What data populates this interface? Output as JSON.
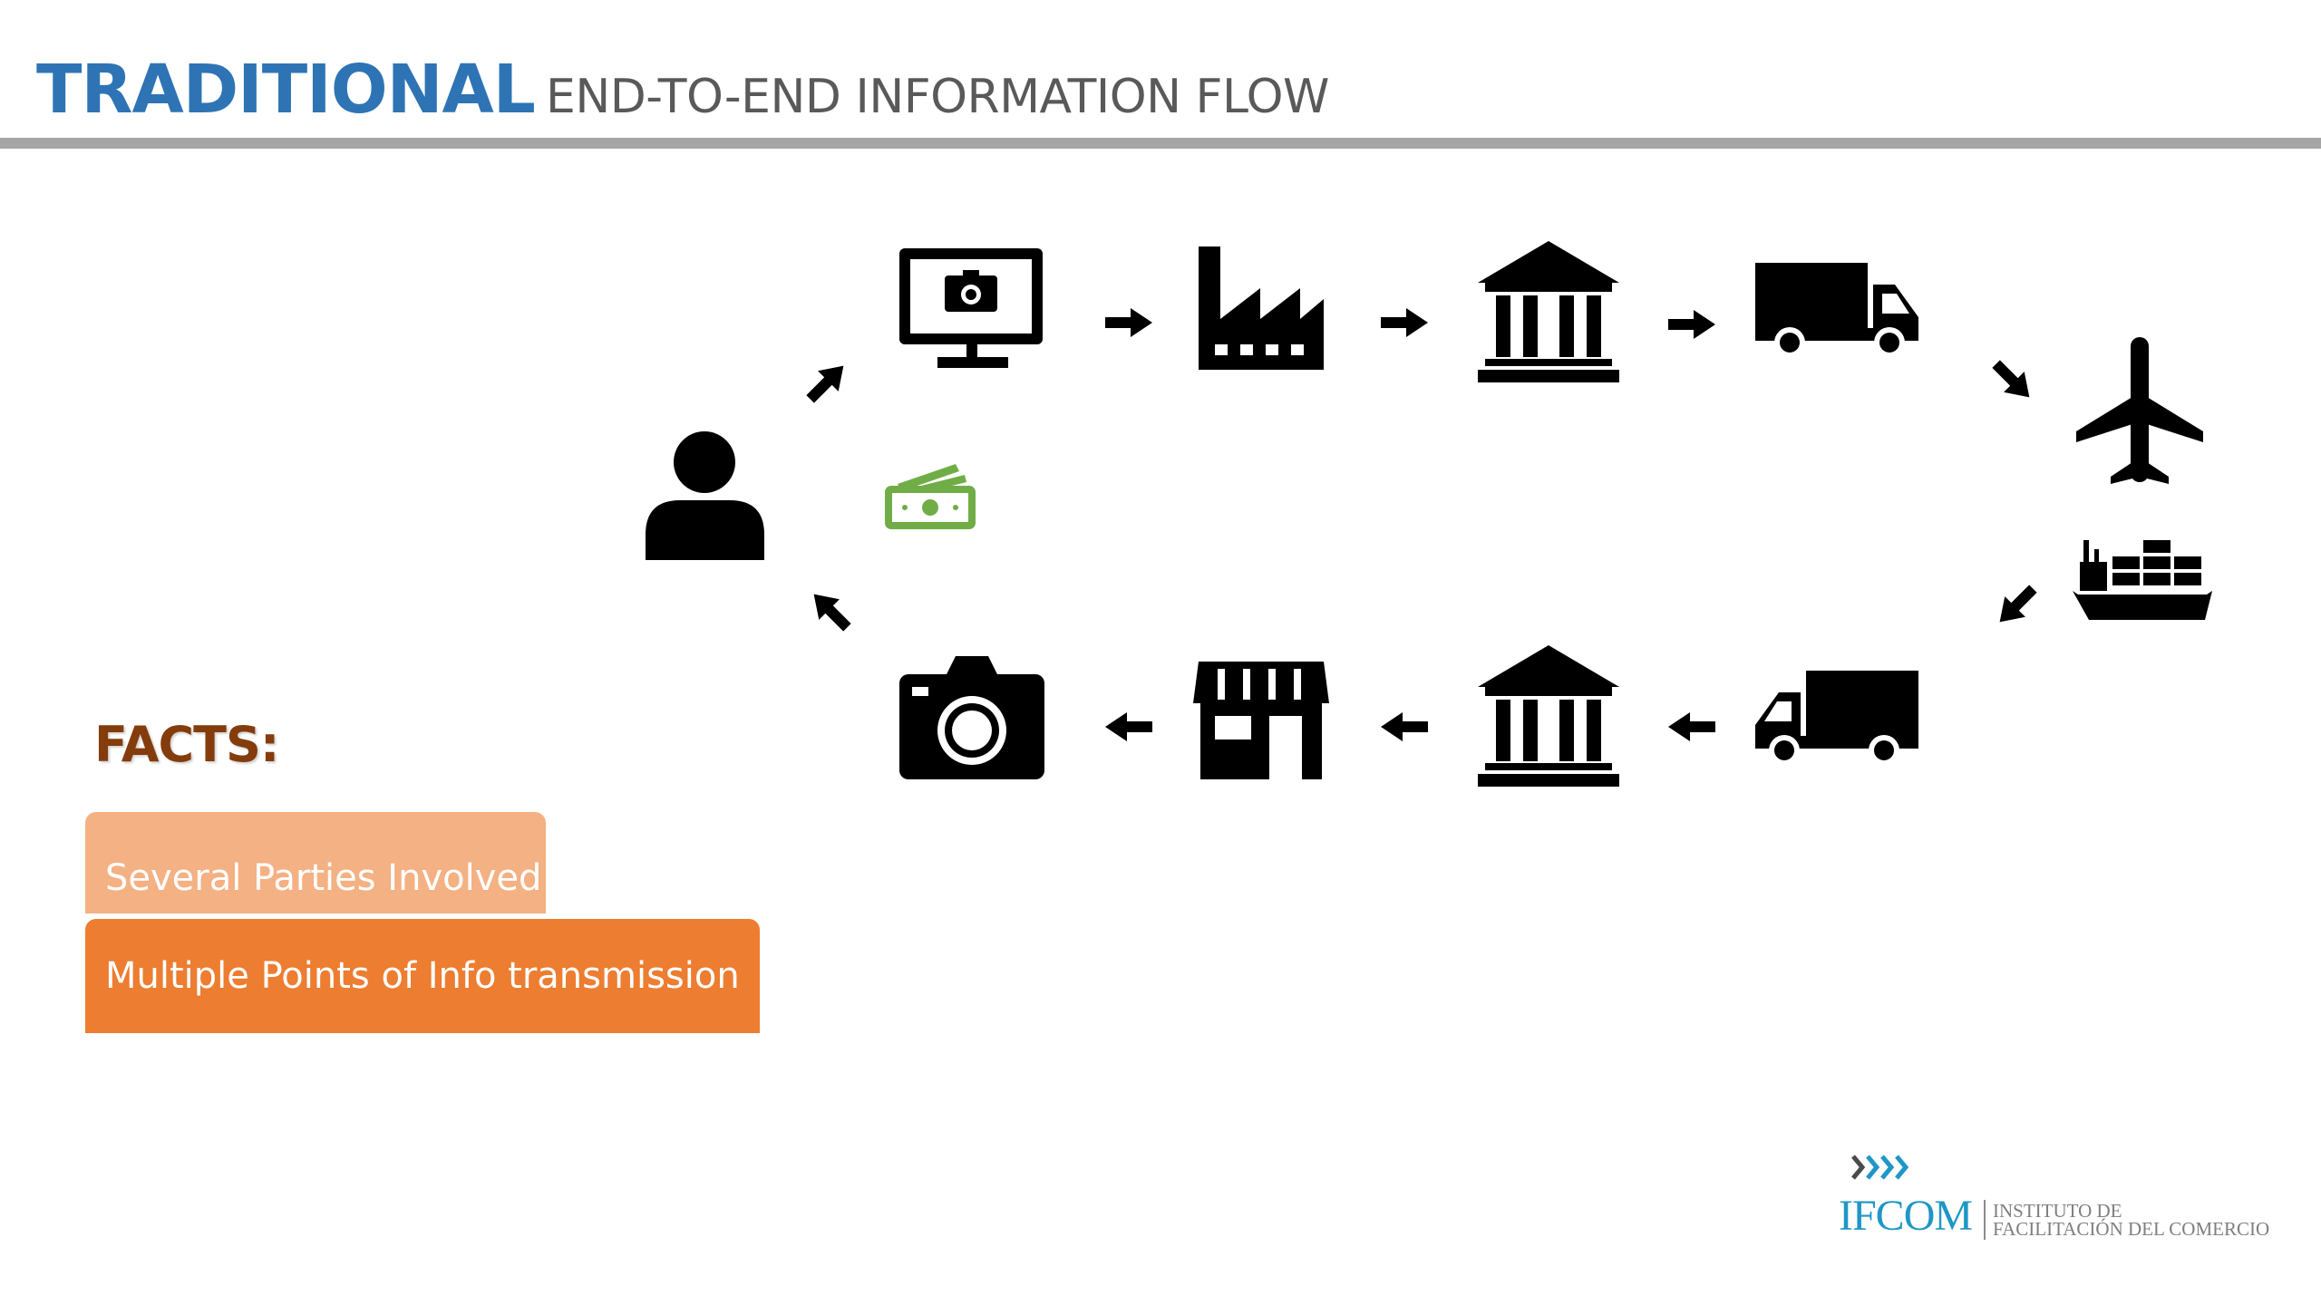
{
  "title": {
    "main": "TRADITIONAL",
    "sub": "END-TO-END INFORMATION FLOW"
  },
  "facts": {
    "heading": "FACTS:",
    "items": [
      "Several Parties Involved",
      "Multiple Points of Info transmission"
    ]
  },
  "colors": {
    "title_blue": "#2e74b5",
    "subtitle_gray": "#595959",
    "rule_gray": "#a6a6a6",
    "facts_brown": "#843c0c",
    "fact_light": "#f4b183",
    "fact_dark": "#ed7d31",
    "money_green": "#70ad47",
    "icon_black": "#000000",
    "logo_blue": "#1f97c6"
  },
  "flow_icons": [
    "person-icon",
    "monitor-camera-icon",
    "factory-icon",
    "bank-icon",
    "truck-icon",
    "airplane-icon",
    "ship-icon",
    "truck-icon",
    "bank-icon",
    "store-icon",
    "camera-icon",
    "money-icon"
  ],
  "logo": {
    "wordmark": "IFCOM",
    "line1": "INSTITUTO DE",
    "line2": "FACILITACIÓN DEL COMERCIO"
  }
}
